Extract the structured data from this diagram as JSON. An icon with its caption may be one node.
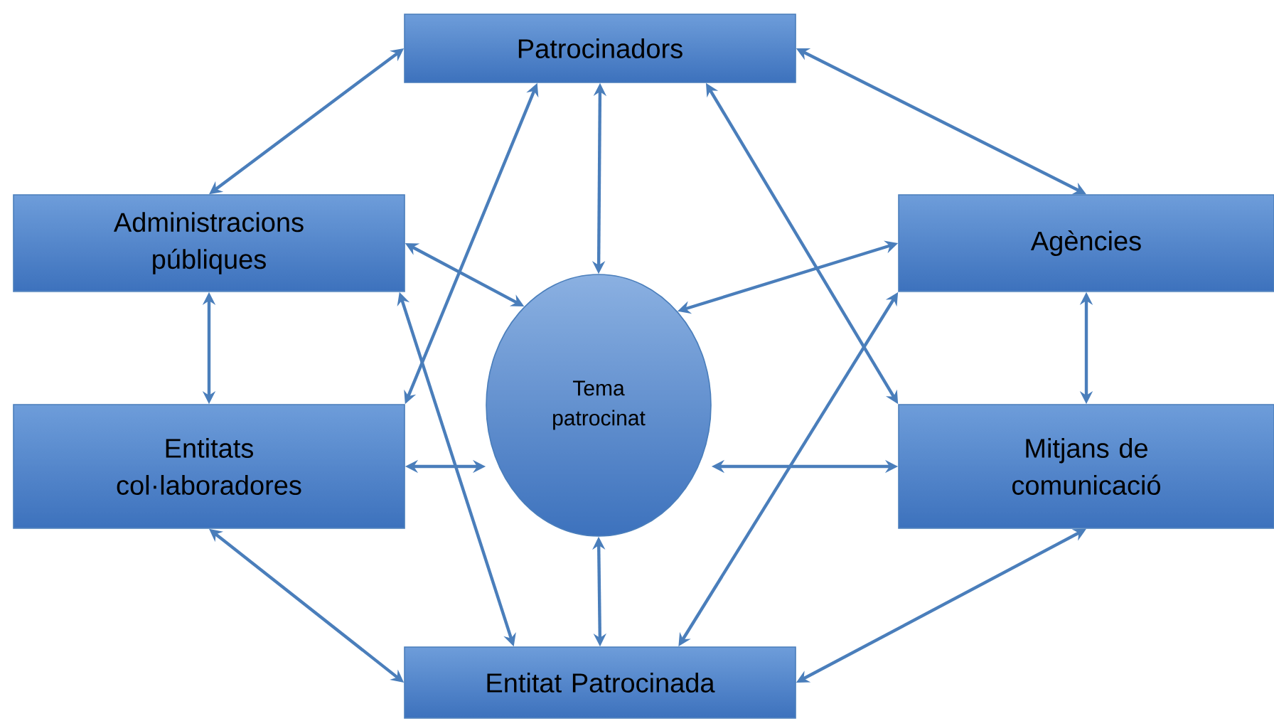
{
  "diagram": {
    "nodes": [
      {
        "text": [
          "Patrocinadors"
        ]
      },
      {
        "text": [
          "Administracions públiques"
        ]
      },
      {
        "text": [
          "Agències"
        ]
      },
      {
        "text": [
          "Tema patrocinat"
        ]
      },
      {
        "text": [
          "Entitats col·laboradores"
        ]
      },
      {
        "text": [
          "Mitjans de comunicació"
        ]
      },
      {
        "text": [
          "Entitat Patrocinada"
        ]
      }
    ],
    "edges": [
      {
        "from": 0,
        "to": 1,
        "arrow": "both"
      },
      {
        "from": 0,
        "to": 2,
        "arrow": "both"
      },
      {
        "from": 0,
        "to": 3,
        "arrow": "both"
      },
      {
        "from": 0,
        "to": 4,
        "arrow": "both"
      },
      {
        "from": 0,
        "to": 5,
        "arrow": "both"
      },
      {
        "from": 1,
        "to": 3,
        "arrow": "both"
      },
      {
        "from": 1,
        "to": 6,
        "arrow": "both"
      },
      {
        "from": 1,
        "to": 4,
        "arrow": "both"
      },
      {
        "from": 2,
        "to": 3,
        "arrow": "both"
      },
      {
        "from": 2,
        "to": 5,
        "arrow": "both"
      },
      {
        "from": 2,
        "to": 6,
        "arrow": "both"
      },
      {
        "from": 4,
        "to": 3,
        "arrow": "both"
      },
      {
        "from": 5,
        "to": 3,
        "arrow": "both"
      },
      {
        "from": 4,
        "to": 6,
        "arrow": "both"
      },
      {
        "from": 5,
        "to": 6,
        "arrow": "both"
      },
      {
        "from": 3,
        "to": 6,
        "arrow": "both"
      }
    ]
  }
}
